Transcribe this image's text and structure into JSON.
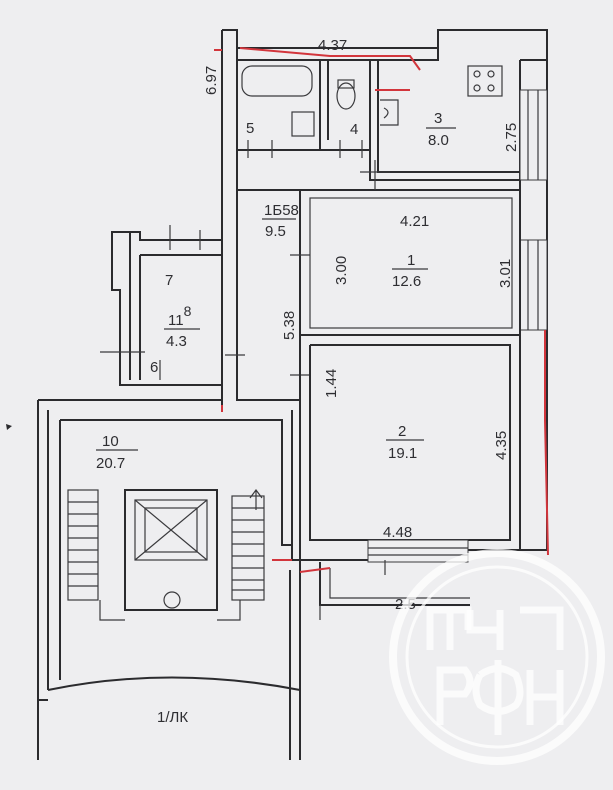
{
  "rooms": {
    "r1": {
      "num": "1",
      "area": "12.6"
    },
    "r2": {
      "num": "2",
      "area": "19.1"
    },
    "r3": {
      "num": "3",
      "area": "8.0"
    },
    "r4": {
      "num": "4"
    },
    "r5": {
      "num": "5"
    },
    "r6": {
      "num": "6"
    },
    "r7": {
      "num": "7"
    },
    "r8": {
      "num": "11",
      "sup": "8",
      "area": "4.3"
    },
    "r9": {
      "num": "1Б",
      "sup": "58",
      "area": "9.5"
    },
    "r10": {
      "num": "10",
      "area": "20.7"
    }
  },
  "dimensions": {
    "top_width": "4.37",
    "left_top": "6.97",
    "room3_right": "2.75",
    "room1_top": "4.21",
    "room1_left": "3.00",
    "room1_right": "3.01",
    "corridor_length": "5.38",
    "small_height": "1.44",
    "room2_right": "4.35",
    "room2_bottom": "4.48",
    "balcony_width": "2.5"
  },
  "annotation": "1/ЛК",
  "watermark_letters": "РФН",
  "colors": {
    "wall": "#2b2b2e",
    "red_mark": "#d2353c",
    "paper": "#eeeef0"
  }
}
